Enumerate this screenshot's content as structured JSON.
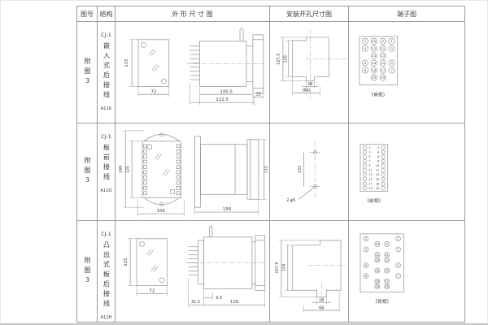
{
  "colors": {
    "background": "#ffffff",
    "table_line": "#9a9a9a",
    "drawing_line": "#8f8f8f",
    "text": "#3c3c3c"
  },
  "header": {
    "figure": "图号",
    "structure": "结构",
    "outline": "外 形 尺 寸 图",
    "mounting": "安装开孔尺寸图",
    "terminal": "端子图"
  },
  "rows": [
    {
      "figure": "附图3",
      "structure": {
        "model": "CJ-1",
        "desc": "嵌入式后接线",
        "code": "A11K"
      },
      "outline_dims": {
        "front_height": "115",
        "front_width": "72",
        "body_depth": "100.5",
        "total_depth": "122.5",
        "flange_depth": "35"
      },
      "mounting_dims": {
        "outer_height": "107.5",
        "inner_height": "105",
        "notch_width": "16",
        "opening_width": "(64)"
      },
      "terminal": {
        "view_label": "(背视)",
        "layout": "grid",
        "grid_rows": [
          [
            "2",
            "10",
            "9",
            "1"
          ],
          [
            "4",
            "12",
            "11",
            "3"
          ],
          [
            "",
            "14",
            "13",
            ""
          ],
          [
            "6",
            "16",
            "15",
            "5"
          ],
          [
            "8",
            "18",
            "17",
            "7"
          ],
          [
            "",
            "20",
            "19",
            ""
          ]
        ]
      }
    },
    {
      "figure": "附图3",
      "structure": {
        "model": "CJ-1",
        "desc": "板前接线",
        "code": "A11Q"
      },
      "outline_dims": {
        "front_outer_height": "149",
        "front_inner_height": "125",
        "front_width": "105",
        "side_length": "156",
        "side_height": "115"
      },
      "mounting_dims": {
        "hole_spacing": "133",
        "hole_callout": "2-φ5"
      },
      "terminal": {
        "view_label": "(前视)",
        "layout": "two-column",
        "left_column": [
          "1",
          "3",
          "5",
          "7",
          "9",
          "11",
          "13",
          "15",
          "17",
          "19"
        ],
        "right_column": [
          "2",
          "4",
          "6",
          "8",
          "10",
          "12",
          "14",
          "16",
          "18",
          "20"
        ]
      }
    },
    {
      "figure": "附图3",
      "structure": {
        "model": "CJ-1",
        "desc": "凸出式板后接线",
        "code": "A11H"
      },
      "outline_dims": {
        "front_height": "115",
        "front_width": "72",
        "fin_depth": "31.5",
        "plate_depth": "9.5",
        "body_length": "126"
      },
      "mounting_dims": {
        "outer_height": "107.5",
        "inner_height": "104",
        "notch_width": "16",
        "opening_width": "64"
      },
      "terminal": {
        "view_label": "(背视)",
        "layout": "staggered",
        "levels": [
          {
            "pos": "outer",
            "left": "2",
            "right": "1"
          },
          {
            "pos": "inner",
            "left": "10",
            "right": "9"
          },
          {
            "pos": "outer",
            "left": "4",
            "right": "3"
          },
          {
            "pos": "inner",
            "left": "12",
            "right": "11"
          },
          {
            "pos": "inner",
            "left": "14",
            "right": "13"
          },
          {
            "pos": "outer",
            "left": "6",
            "right": "5"
          },
          {
            "pos": "inner",
            "left": "16",
            "right": "15"
          },
          {
            "pos": "outer",
            "left": "8",
            "right": "7"
          },
          {
            "pos": "inner",
            "left": "18",
            "right": "17"
          },
          {
            "pos": "inner",
            "left": "20",
            "right": "19"
          }
        ]
      }
    }
  ]
}
